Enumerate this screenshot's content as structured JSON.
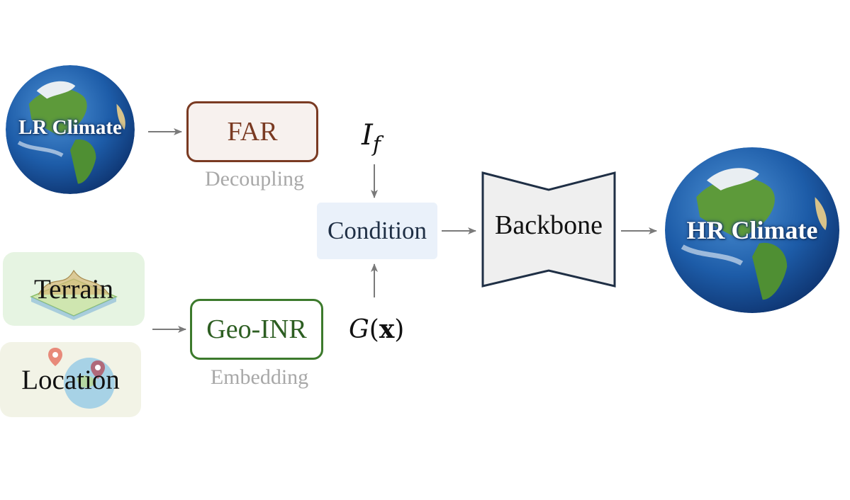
{
  "inputs": {
    "lr_climate_label": "LR Climate",
    "terrain_label": "Terrain",
    "location_label": "Location"
  },
  "modules": {
    "far_label": "FAR",
    "far_caption": "Decoupling",
    "geo_inr_label": "Geo-INR",
    "geo_inr_caption": "Embedding",
    "condition_label": "Condition",
    "backbone_label": "Backbone"
  },
  "symbols": {
    "feature_main": "I",
    "feature_sub": "f",
    "geo_func": "G",
    "geo_arg": "x"
  },
  "outputs": {
    "hr_climate_label": "HR Climate"
  },
  "colors": {
    "far_border": "#7a3a22",
    "geo_border": "#3c7a2c",
    "condition_fill": "#eaf1fa",
    "backbone_fill": "#efefef",
    "terrain_card": "#e6f4e2",
    "location_card": "#f2f3e6",
    "ocean": "#1d5ca8",
    "land": "#5d9a3a",
    "arrow": "#7a7a7a"
  },
  "icons": [
    "globe-icon",
    "terrain-icon",
    "location-pin-icon"
  ]
}
